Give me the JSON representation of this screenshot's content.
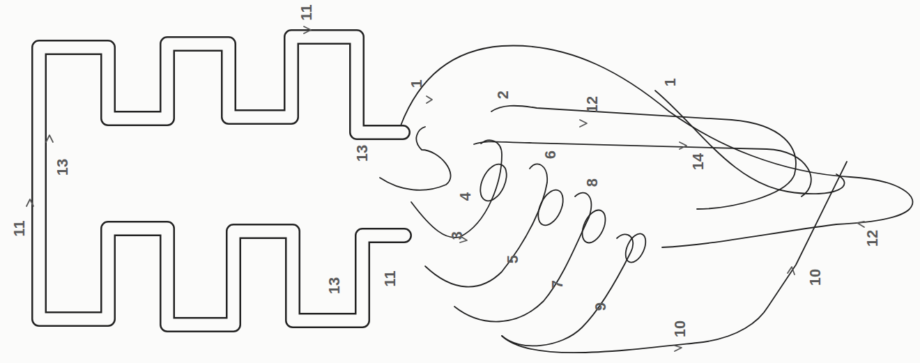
{
  "diagram": {
    "labels": [
      "11",
      "1",
      "2",
      "12",
      "1",
      "13",
      "14",
      "6",
      "4",
      "8",
      "13",
      "11",
      "3",
      "5",
      "12",
      "11",
      "13",
      "7",
      "9",
      "10",
      "10"
    ]
  }
}
